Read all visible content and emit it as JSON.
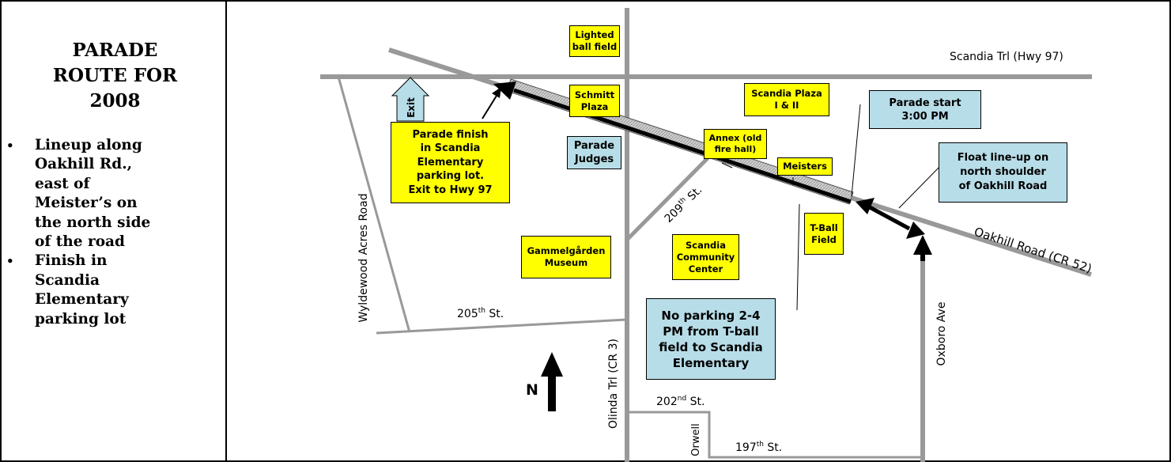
{
  "legend": {
    "title_lines": [
      "PARADE",
      "ROUTE FOR",
      "2008"
    ],
    "bullets": [
      [
        "Lineup along",
        "Oakhill Rd.,",
        "east of",
        "Meister’s on",
        "the north side",
        "of the road"
      ],
      [
        "Finish in",
        "Scandia",
        "Elementary",
        "parking lot"
      ]
    ],
    "bullet_char": "•"
  },
  "roads": {
    "scandia_trl": "Scandia Trl (Hwy 97)",
    "oakhill_road": "Oakhill Road (CR 52)",
    "wyldewood": "Wyldewood Acres Road",
    "olinda": "Olinda Trl (CR 3)",
    "oxboro": "Oxboro Ave",
    "st_209": {
      "num": "209",
      "sup": "th",
      "suffix": " St."
    },
    "st_205": {
      "num": "205",
      "sup": "th",
      "suffix": " St."
    },
    "st_202": {
      "num": "202",
      "sup": "nd",
      "suffix": " St."
    },
    "st_197": {
      "num": "197",
      "sup": "th",
      "suffix": " St."
    },
    "orwell": "Orwell"
  },
  "places": {
    "lighted_ball_field": [
      "Lighted",
      "ball field"
    ],
    "schmitt_plaza": [
      "Schmitt",
      "Plaza"
    ],
    "scandia_plaza": [
      "Scandia Plaza",
      "I & II"
    ],
    "parade_start": [
      "Parade start",
      "3:00 PM"
    ],
    "parade_finish": [
      "Parade finish",
      "in Scandia",
      "Elementary",
      "parking lot.",
      "Exit to Hwy 97"
    ],
    "parade_judges": [
      "Parade",
      "Judges"
    ],
    "annex": [
      "Annex (old",
      "fire hall)"
    ],
    "meisters": [
      "Meisters"
    ],
    "float_lineup": [
      "Float line-up on",
      "north shoulder",
      "of Oakhill Road"
    ],
    "t_ball_field": [
      "T-Ball",
      "Field"
    ],
    "gammelgarden": [
      "Gammelgården",
      "Museum"
    ],
    "scandia_community_center": [
      "Scandia",
      "Community",
      "Center"
    ],
    "no_parking": [
      "No parking 2-4",
      "PM from T-ball",
      "field to Scandia",
      "Elementary"
    ]
  },
  "exit_label": "Exit",
  "north_label": "N",
  "colors": {
    "road": "#999999",
    "route": "#000000",
    "route_band": "#c8c8c8",
    "yellow": "#ffff00",
    "teal": "#b7dde8"
  }
}
